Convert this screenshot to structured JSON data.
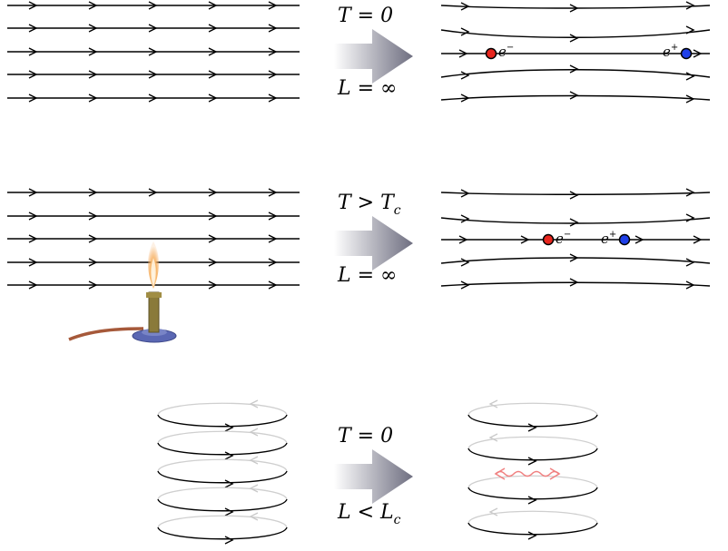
{
  "panels": [
    {
      "id": "top",
      "condition": "T = 0",
      "size": "L = ∞"
    },
    {
      "id": "middle",
      "condition": "T > T",
      "condition_sub": "c",
      "size": "L = ∞"
    },
    {
      "id": "bottom",
      "condition": "T = 0",
      "size": "L < L",
      "size_sub": "c"
    }
  ],
  "particles": {
    "electron": {
      "symbol": "e",
      "sign": "−",
      "color": "#e8261e"
    },
    "positron": {
      "symbol": "e",
      "sign": "+",
      "color": "#1f3fe8"
    }
  },
  "colors": {
    "arrow_gradient_start": "#ffffff",
    "arrow_gradient_end": "#6e6e80",
    "flame": "#f3a24e",
    "burner_base": "#5a67b3",
    "hose": "#a6593a",
    "photon": "#f08080"
  }
}
